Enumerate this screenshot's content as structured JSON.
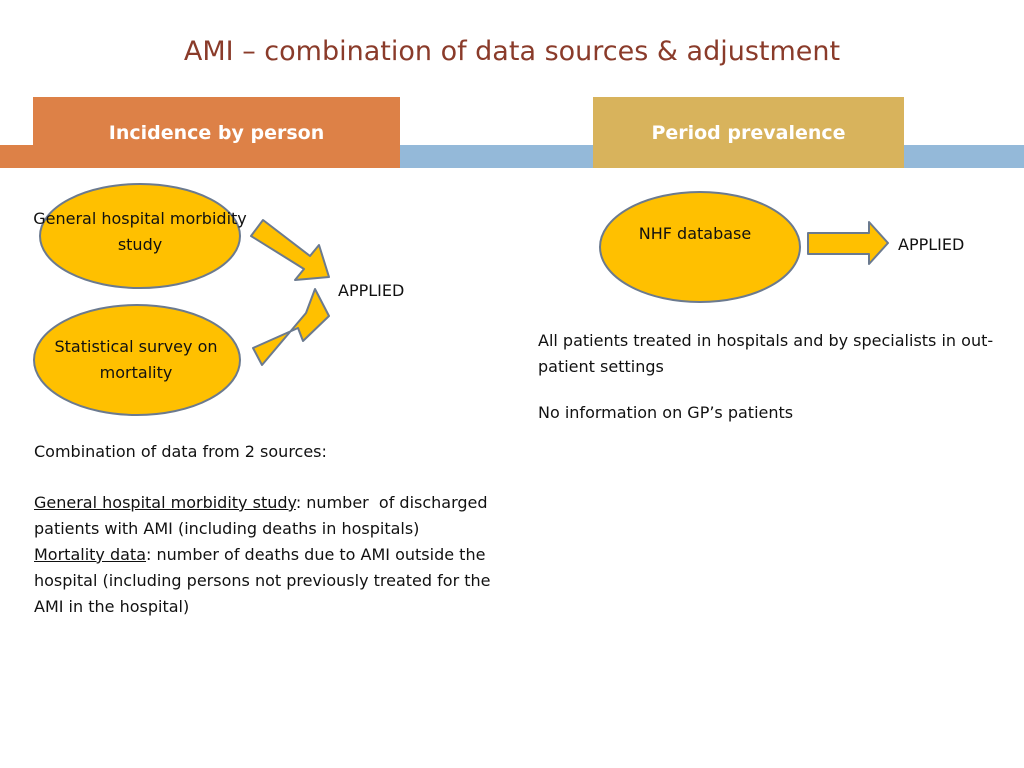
{
  "slide": {
    "title": "AMI – combination of data sources & adjustment"
  },
  "headers": {
    "left": "Incidence by person",
    "right": "Period prevalence"
  },
  "left_diagram": {
    "source1": "General hospital morbidity study",
    "source1_line1": "General hospital morbidity",
    "source1_line2": "study",
    "source2_line1": "Statistical survey on",
    "source2_line2": "mortality",
    "result": "APPLIED"
  },
  "right_diagram": {
    "source": "NHF database",
    "result": "APPLIED"
  },
  "left_text": {
    "intro": "Combination of data from 2 sources:",
    "item1_label": "General hospital morbidity study",
    "item1_sep": ":",
    "item1_text_line1": " number  of discharged",
    "item1_text_line2": "patients with AMI (including deaths in hospitals)",
    "item2_label": "Mortality data",
    "item2_sep": ":",
    "item2_text_line1": " number of deaths due to AMI outside the",
    "item2_text_line2": "hospital (including persons not previously treated for the",
    "item2_text_line3": "AMI in the hospital)"
  },
  "right_text": {
    "note1_line1": "All patients treated in hospitals and by specialists in out-",
    "note1_line2": "patient settings",
    "note2": "No information on GP’s patients"
  },
  "colors": {
    "title": "#8a3b2a",
    "header_left": "#dd8147",
    "header_right": "#d8b35c",
    "band": "#94b9d9",
    "ellipse_fill": "#ffc000",
    "ellipse_stroke": "#6b7a8f",
    "arrow_fill": "#ffc000",
    "arrow_stroke": "#6b7a8f"
  }
}
